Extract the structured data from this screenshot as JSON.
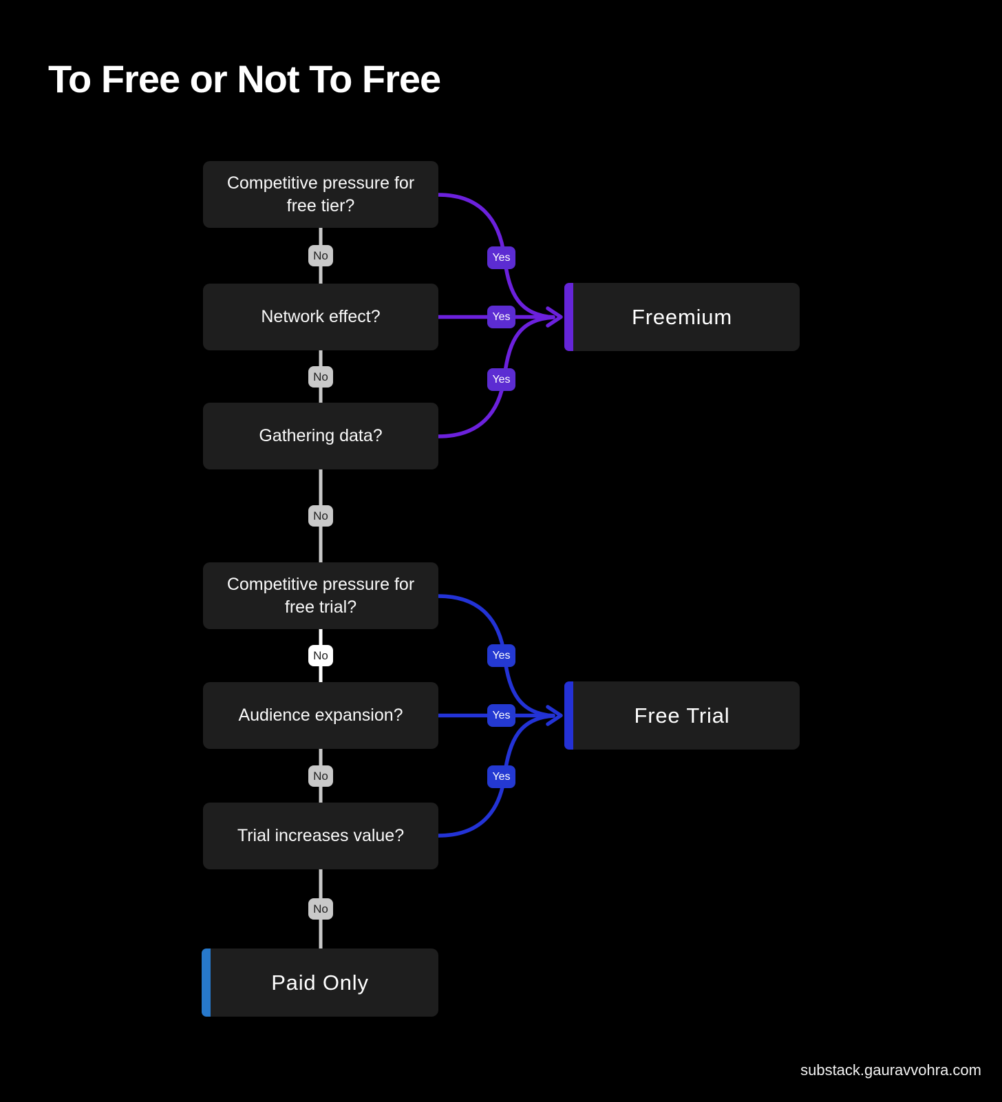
{
  "title": "To Free or Not To Free",
  "footer": {
    "credit": "substack.gauravvohra.com"
  },
  "edge_labels": {
    "yes": "Yes",
    "no": "No"
  },
  "diagram": {
    "type": "decision-flowchart",
    "questions": [
      {
        "label": "Competitive pressure for free tier?",
        "yes_leads_to": "Freemium",
        "no_leads_to": "Network effect?"
      },
      {
        "label": "Network effect?",
        "yes_leads_to": "Freemium",
        "no_leads_to": "Gathering data?"
      },
      {
        "label": "Gathering data?",
        "yes_leads_to": "Freemium",
        "no_leads_to": "Competitive pressure for free trial?"
      },
      {
        "label": "Competitive pressure for free trial?",
        "yes_leads_to": "Free Trial",
        "no_leads_to": "Audience expansion?"
      },
      {
        "label": "Audience expansion?",
        "yes_leads_to": "Free Trial",
        "no_leads_to": "Trial increases value?"
      },
      {
        "label": "Trial increases value?",
        "yes_leads_to": "Free Trial",
        "no_leads_to": "Paid Only"
      }
    ],
    "outcomes": [
      {
        "label": "Freemium",
        "accent_color": "#6525d8"
      },
      {
        "label": "Free Trial",
        "accent_color": "#2431d6"
      },
      {
        "label": "Paid Only",
        "accent_color": "#2779cc"
      }
    ]
  },
  "colors": {
    "background": "#000000",
    "node_fill": "#1e1e1e",
    "node_text": "#ffffff",
    "no_line": "#c9c9c9",
    "no_line_alt": "#ffffff",
    "yes_line_purple": "#6c21dd",
    "yes_badge_purple": "#5c2cd2",
    "yes_line_blue": "#2333d6",
    "yes_badge_blue": "#2439d2"
  }
}
